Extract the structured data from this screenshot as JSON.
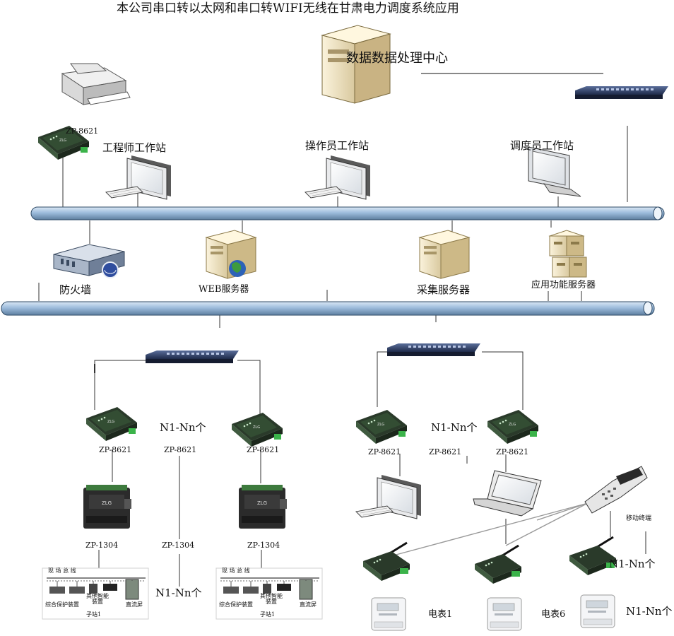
{
  "title": "本公司串口转以太网和串口转WIFI无线在甘肃电力调度系统应用",
  "center_label": "数据数据处理中心",
  "stations": {
    "engineer": "工程师工作站",
    "operator": "操作员工作站",
    "dispatcher": "调度员工作站"
  },
  "servers": {
    "firewall": "防火墙",
    "web": "WEB服务器",
    "collect": "采集服务器",
    "app": "应用功能服务器"
  },
  "devices": {
    "zp8621": "ZP-8621",
    "zp1304": "ZP-1304",
    "n1nn": "N1-Nn个",
    "mobile": "移动终端",
    "meter1": "电表1",
    "meter6": "电表6"
  },
  "panel": {
    "bus": "现 场 总 线",
    "protect": "综合保护装置",
    "smart": "其他智能装置",
    "dc": "直流屏",
    "substation": "子站1"
  },
  "colors": {
    "bus_pipe": "#8fb3d4",
    "bus_edge": "#2e4a66",
    "device_green": "#2c6e3c"
  }
}
